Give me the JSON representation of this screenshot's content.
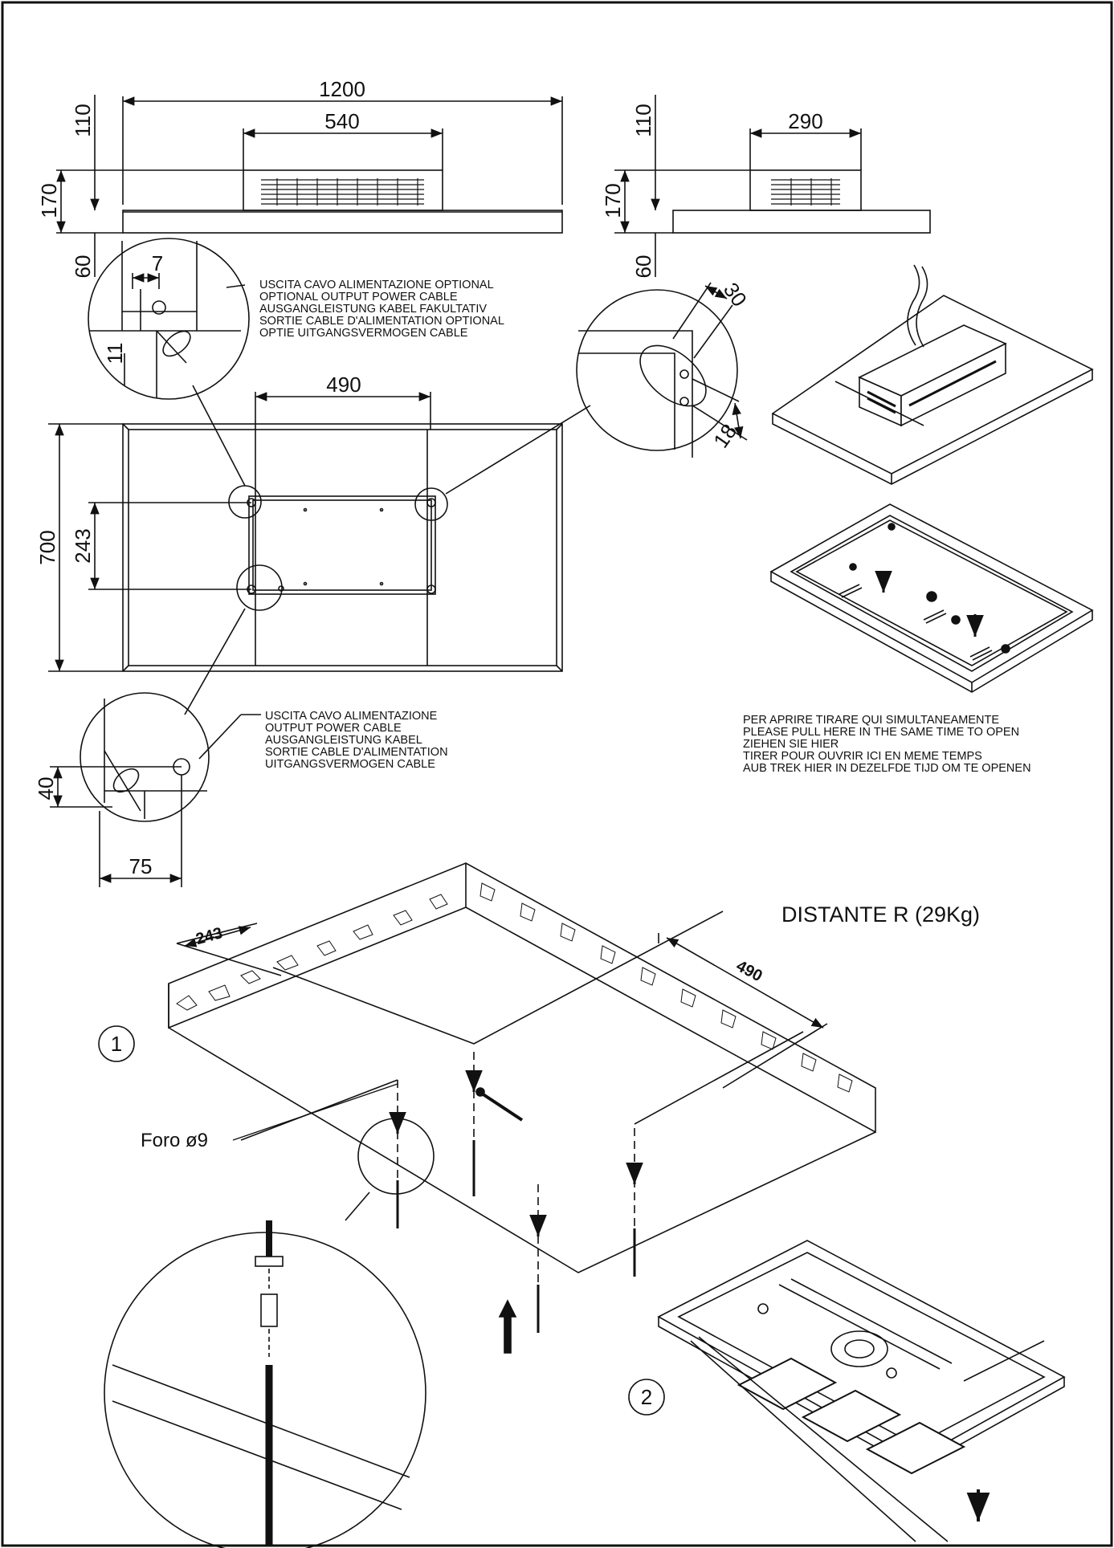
{
  "dims": {
    "width_total": "1200",
    "width_motor_front": "540",
    "height_motor": "110",
    "height_total": "170",
    "height_panel": "60",
    "width_motor_side": "290",
    "bracket_spacing_x": "490",
    "depth_total": "700",
    "bracket_spacing_y": "243",
    "detail_offset_7": "7",
    "detail_offset_11": "11",
    "detail_30": "30",
    "detail_18": "18",
    "detail_40": "40",
    "detail_75": "75",
    "ceiling_243": "243",
    "ceiling_490": "490"
  },
  "notes": {
    "cable_top": [
      "USCITA CAVO ALIMENTAZIONE OPTIONAL",
      "OPTIONAL OUTPUT POWER CABLE",
      "AUSGANGLEISTUNG KABEL FAKULTATIV",
      "SORTIE CABLE D'ALIMENTATION OPTIONAL",
      "OPTIE UITGANGSVERMOGEN CABLE"
    ],
    "cable_bottom": [
      "USCITA CAVO ALIMENTAZIONE",
      "OUTPUT POWER CABLE",
      "AUSGANGLEISTUNG KABEL",
      "SORTIE CABLE D'ALIMENTATION",
      "UITGANGSVERMOGEN CABLE"
    ],
    "open_panel": [
      "PER APRIRE TIRARE QUI SIMULTANEAMENTE",
      "PLEASE PULL HERE IN THE SAME TIME TO OPEN",
      "ZIEHEN SIE HIER",
      "TIRER POUR OUVRIR ICI EN MEME TEMPS",
      "AUB TREK HIER IN DEZELFDE TIJD OM TE OPENEN"
    ]
  },
  "model_title": "DISTANTE R (29Kg)",
  "hole_label": "Foro  ø9",
  "steps": [
    "1",
    "2"
  ]
}
